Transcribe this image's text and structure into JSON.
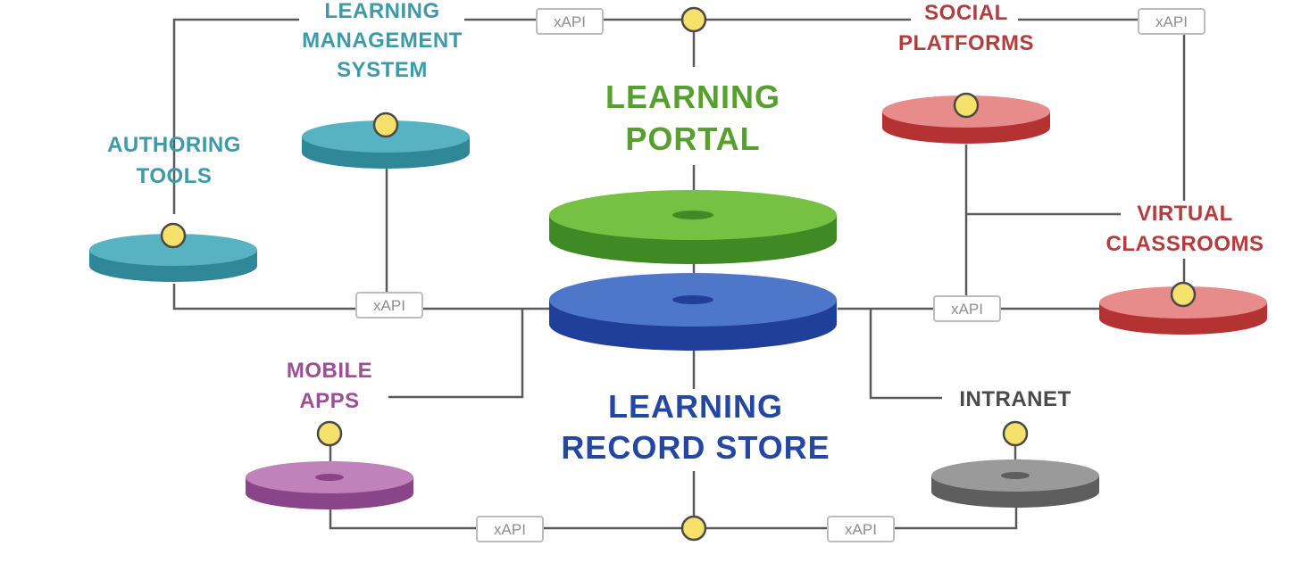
{
  "labels": {
    "lms_1": "LEARNING",
    "lms_2": "MANAGEMENT",
    "lms_3": "SYSTEM",
    "authoring_1": "AUTHORING",
    "authoring_2": "TOOLS",
    "portal_1": "LEARNING",
    "portal_2": "PORTAL",
    "social_1": "SOCIAL",
    "social_2": "PLATFORMS",
    "virtual_1": "VIRTUAL",
    "virtual_2": "CLASSROOMS",
    "mobile_1": "MOBILE",
    "mobile_2": "APPS",
    "intranet": "INTRANET",
    "lrs_1": "LEARNING",
    "lrs_2": "RECORD STORE"
  },
  "connector_label": "xAPI",
  "colors": {
    "teal": "#3d9aa8",
    "green": "#57a02e",
    "red": "#b53c3c",
    "purple": "#9b4f94",
    "blue": "#2447a3",
    "gray": "#4a4a4a",
    "node": "#f6e26a"
  }
}
